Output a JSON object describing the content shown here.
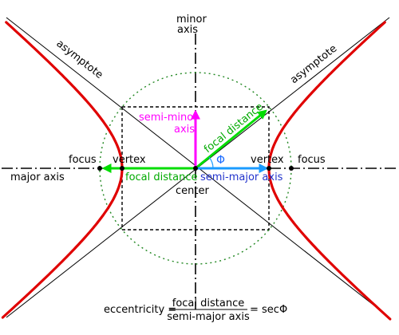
{
  "labels": {
    "minor_axis_line1": "minor",
    "minor_axis_line2": "axis",
    "major_axis": "major axis",
    "asymptote_left": "asymptote",
    "asymptote_right": "asymptote",
    "semi_minor_line1": "semi-minor",
    "semi_minor_line2": "axis",
    "focal_distance_diagonal": "focal distance",
    "focal_distance_horizontal": "focal distance",
    "semi_major_axis": "semi-major axis",
    "vertex_left": "vertex",
    "vertex_right": "vertex",
    "focus_left": "focus",
    "focus_right": "focus",
    "center": "center",
    "phi": "Φ"
  },
  "formula": {
    "lhs": "eccentricity =",
    "numerator": "focal distance",
    "denominator": "semi-major axis",
    "rhs": "= secΦ"
  },
  "colors": {
    "hyperbola": "#e00000",
    "semi_minor_arrow": "#ff00ff",
    "focal_arrow": "#00dd00",
    "semi_major_arrow": "#1a9bff",
    "semi_major_text": "#2233cc",
    "phi": "#1a6bff",
    "circle": "#228822",
    "lines": "#000000"
  }
}
